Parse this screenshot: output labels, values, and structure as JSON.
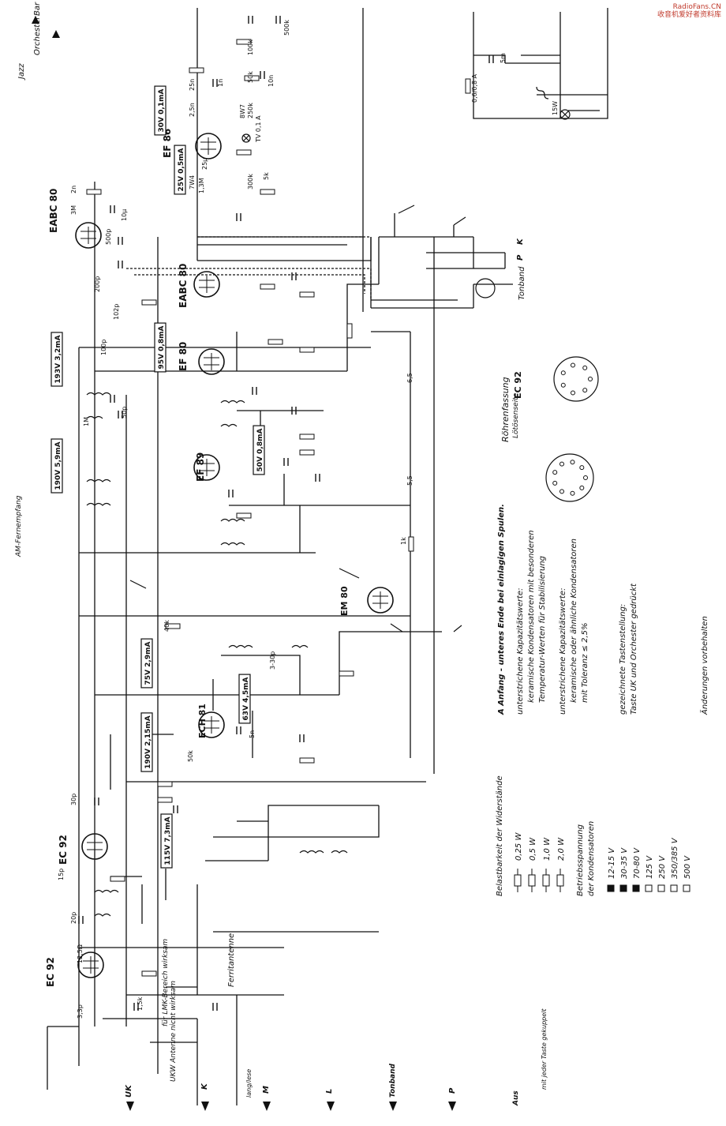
{
  "watermark": {
    "line1": "RadioFans.CN",
    "line2": "收音机爱好者资料库"
  },
  "band_buttons": [
    "Bar",
    "Orchester",
    "Jazz"
  ],
  "tubes": [
    "EC 92",
    "EC 92",
    "ECH 81",
    "EF 89",
    "EF 80",
    "EABC 80",
    "EABC 80",
    "EF 86",
    "EM 80"
  ],
  "voltage_boxes": [
    "30V 0,1mA",
    "25V 0,5mA",
    "193V 3,2mA",
    "95V 0,8mA",
    "190V 5,9mA",
    "50V 0,8mA",
    "75V 2,9mA",
    "63V 4,5mA",
    "190V 2,15mA",
    "115V 7,3mA"
  ],
  "component_labels": [
    "500k",
    "100k",
    "50k",
    "1n",
    "10n",
    "25n",
    "2,5n",
    "250k",
    "8W7",
    "1M",
    "300k",
    "25µ",
    "7W4",
    "1,3M",
    "5k",
    "10µ",
    "3M",
    "500p",
    "200p",
    "100p",
    "102p",
    "6,5",
    "5,5",
    "50p",
    "1k",
    "40k",
    "50k",
    "3-30p",
    "5n",
    "15p",
    "30p",
    "20p",
    "12,5Ω",
    "3,3p",
    "1,5k",
    "2n",
    "0,6/0,8 A",
    "15W",
    "TV 0,1 A",
    "5m"
  ],
  "right_labels": {
    "socket_title": "Röhrenfassung",
    "socket_sub": "Lötösenseite",
    "socket_tube": "EC 92",
    "am_label": "AM-Fernempfang",
    "tonband": "Tonband",
    "k": "K",
    "p": "P"
  },
  "ant_labels": {
    "ukw": "UKW Antenne nicht wirksam",
    "lmk": "für LMK-Bereich wirksam",
    "ferrite": "Ferritantenne"
  },
  "bottom_keys": [
    "UK",
    "K",
    "lang/lese",
    "M",
    "L",
    "Tonband",
    "P",
    "Aus"
  ],
  "aus_note": "mit jeder Taste gekuppelt",
  "notes": {
    "line1": "A Anfang - unteres Ende bei einlagigen Spulen.",
    "line2a": "unterstrichene Kapazitätswerte:",
    "line2b": "keramische Kondensatoren mit besonderen",
    "line2c": "Temperatur-Werten für Stabilisierung",
    "line3a": "unterstrichene Kapazitätswerte:",
    "line3b": "keramische oder ähnliche Kondensatoren",
    "line3c": "mit Toleranz ≤ 2,5%",
    "line4a": "gezeichnete Tastenstellung:",
    "line4b": "Taste UK und Orchester gedrückt",
    "line5": "Änderungen vorbehalten"
  },
  "legend": {
    "title_res": "Belastbarkeit der Widerstände",
    "res": [
      "0,25 W",
      "0,5 W",
      "1,0 W",
      "2,0 W"
    ],
    "title_cap1": "Betriebsspannung",
    "title_cap2": "der Kondensatoren",
    "caps": [
      "12-15 V",
      "30-35 V",
      "70-80 V",
      "125 V",
      "250 V",
      "350/385 V",
      "500 V"
    ]
  }
}
